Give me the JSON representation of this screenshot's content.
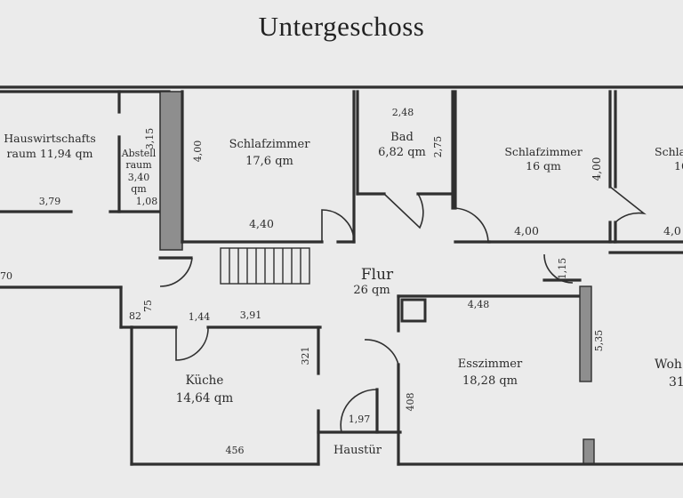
{
  "title": "Untergeschoss",
  "rooms": {
    "hauswirtschaft": {
      "name_line1": "Hauswirtschafts",
      "name_line2": "raum 11,94 qm",
      "dim_width": "3,79"
    },
    "abstell": {
      "name_line1": "Abstell",
      "name_line2": "raum",
      "name_line3": "3,40",
      "name_line4": "qm",
      "dim_side": "3,15",
      "dim_bottom": "1,08"
    },
    "schlafzimmer1": {
      "name": "Schlafzimmer",
      "area": "17,6 qm",
      "dim_width": "4,40",
      "dim_height": "4,00"
    },
    "bad": {
      "name": "Bad",
      "area": "6,82 qm",
      "dim_width": "2,48",
      "dim_height": "2,75"
    },
    "schlafzimmer2": {
      "name": "Schlafzimmer",
      "area": "16 qm",
      "dim_width": "4,00",
      "dim_height": "4,00"
    },
    "schlafzimmer3": {
      "name": "Schlaf",
      "area": "16",
      "dim_width": "4,0"
    },
    "flur": {
      "name": "Flur",
      "area": "26 qm",
      "dim_small": "1,15",
      "dim_a": "82",
      "dim_b": "75",
      "dim_c": "1,44",
      "dim_d": "3,91",
      "dim_e": "70"
    },
    "kueche": {
      "name": "Küche",
      "area": "14,64 qm",
      "dim_width": "456",
      "dim_height": "321"
    },
    "haustuer": {
      "label": "Haustür",
      "dim_width": "1,97"
    },
    "esszimmer": {
      "name": "Esszimmer",
      "area": "18,28 qm",
      "dim_width": "4,48",
      "dim_height": "408",
      "dim_side": "5,35"
    },
    "wohnzimmer": {
      "name": "Woh",
      "area": "31"
    }
  }
}
